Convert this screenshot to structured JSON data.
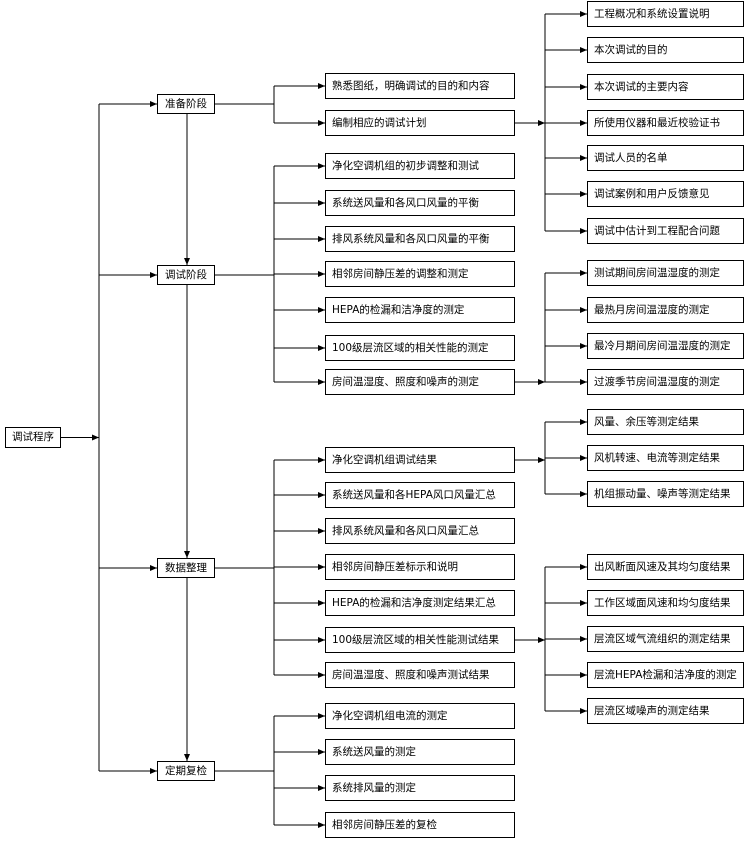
{
  "root": "调试程序",
  "stages": [
    {
      "label": "准备阶段",
      "items": [
        {
          "label": "熟悉图纸，明确调试的目的和内容"
        },
        {
          "label": "编制相应的调试计划",
          "details": [
            "工程概况和系统设置说明",
            "本次调试的目的",
            "本次调试的主要内容",
            "所使用仪器和最近校验证书",
            "调试人员的名单",
            "调试案例和用户反馈意见",
            "调试中估计到工程配合问题"
          ]
        }
      ]
    },
    {
      "label": "调试阶段",
      "items": [
        {
          "label": "净化空调机组的初步调整和测试"
        },
        {
          "label": "系统送风量和各风口风量的平衡"
        },
        {
          "label": "排风系统风量和各风口风量的平衡"
        },
        {
          "label": "相邻房间静压差的调整和测定"
        },
        {
          "label": "HEPA的检漏和洁净度的测定"
        },
        {
          "label": "100级层流区域的相关性能的测定"
        },
        {
          "label": "房间温湿度、照度和噪声的测定",
          "details": [
            "测试期间房间温湿度的测定",
            "最热月房间温湿度的测定",
            "最冷月期间房间温湿度的测定",
            "过渡季节房间温湿度的测定"
          ]
        }
      ]
    },
    {
      "label": "数据整理",
      "items": [
        {
          "label": "净化空调机组调试结果",
          "details": [
            "风量、余压等测定结果",
            "风机转速、电流等测定结果",
            "机组振动量、噪声等测定结果"
          ]
        },
        {
          "label": "系统送风量和各HEPA风口风量汇总"
        },
        {
          "label": "排风系统风量和各风口风量汇总"
        },
        {
          "label": "相邻房间静压差标示和说明"
        },
        {
          "label": "HEPA的检漏和洁净度测定结果汇总"
        },
        {
          "label": "100级层流区域的相关性能测试结果",
          "details": [
            "出风断面风速及其均匀度结果",
            "工作区域面风速和均匀度结果",
            "层流区域气流组织的测定结果",
            "层流HEPA检漏和洁净度的测定",
            "层流区域噪声的测定结果"
          ]
        },
        {
          "label": "房间温湿度、照度和噪声测试结果"
        }
      ]
    },
    {
      "label": "定期复检",
      "items": [
        {
          "label": "净化空调机组电流的测定"
        },
        {
          "label": "系统送风量的测定"
        },
        {
          "label": "系统排风量的测定"
        },
        {
          "label": "相邻房间静压差的复检"
        }
      ]
    }
  ]
}
